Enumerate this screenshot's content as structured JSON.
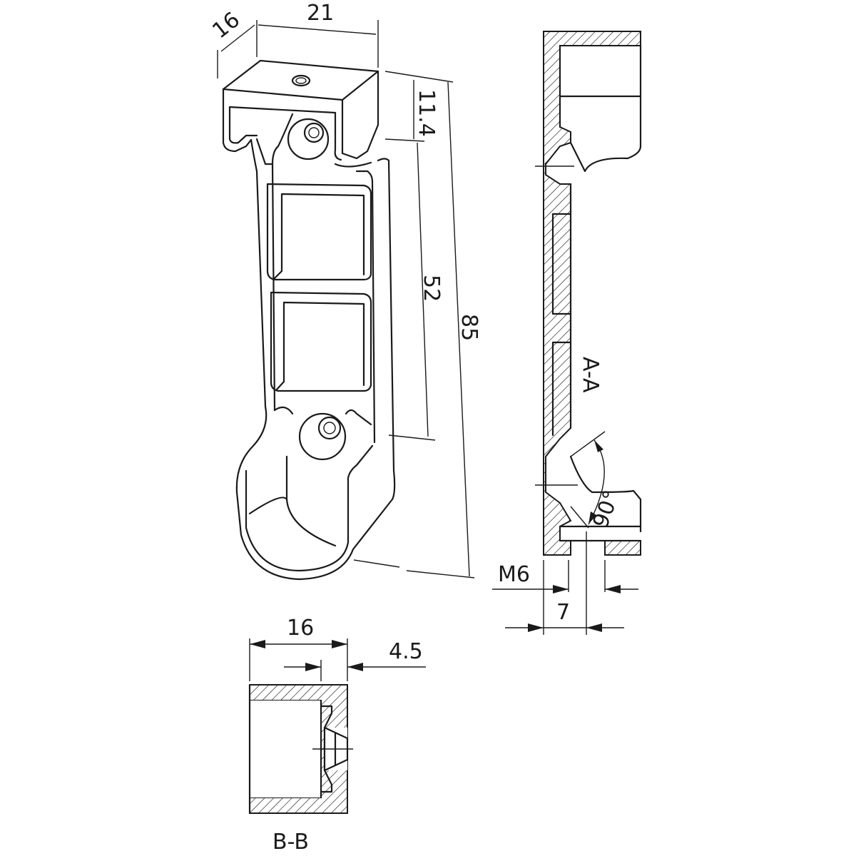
{
  "drawing": {
    "main_view": {
      "dim_depth": "16",
      "dim_width": "21",
      "dim_top_hole": "11.4",
      "dim_hole_spacing": "52",
      "dim_total_height": "85"
    },
    "section_a": {
      "label": "A-A",
      "angle": "90°",
      "thread": "M6",
      "dim_offset": "7"
    },
    "section_b": {
      "label": "B-B",
      "dim_width": "16",
      "dim_wall": "4.5"
    }
  }
}
